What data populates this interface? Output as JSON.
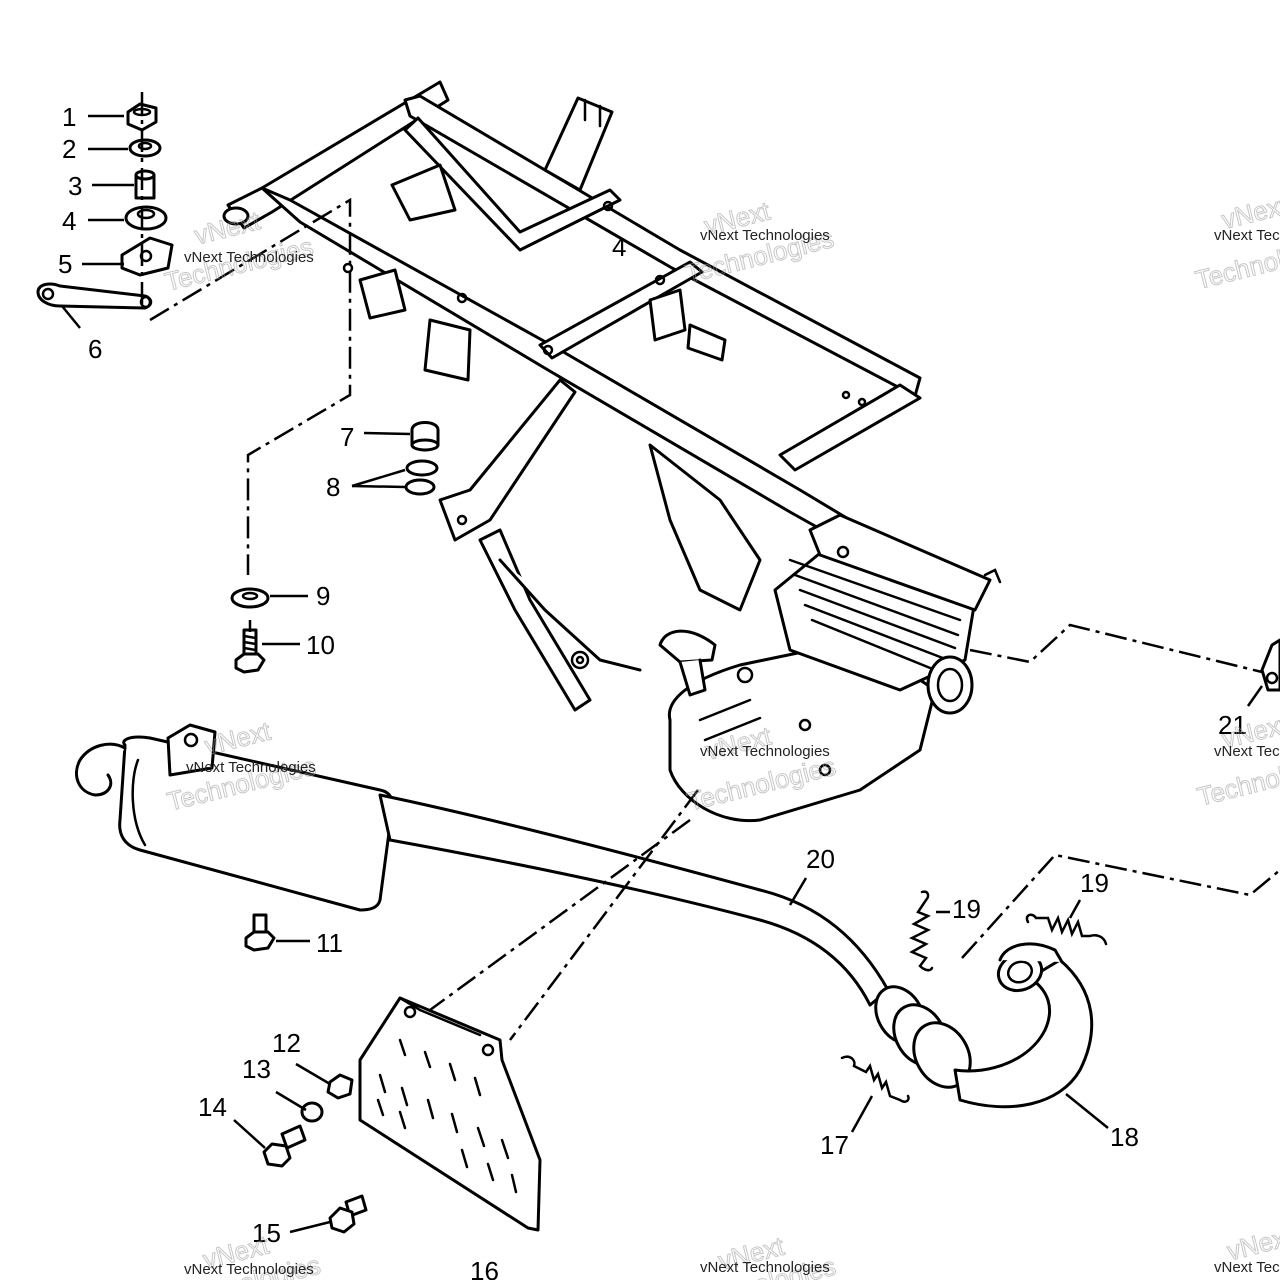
{
  "callouts": [
    "1",
    "2",
    "3",
    "4",
    "5",
    "6",
    "7",
    "8",
    "9",
    "10",
    "11",
    "12",
    "13",
    "14",
    "15",
    "16",
    "17",
    "18",
    "19",
    "19",
    "20",
    "21",
    "4"
  ],
  "watermark": {
    "small": "vNext Technologies",
    "big_top": "vNext",
    "big_bottom": "Technologies"
  }
}
